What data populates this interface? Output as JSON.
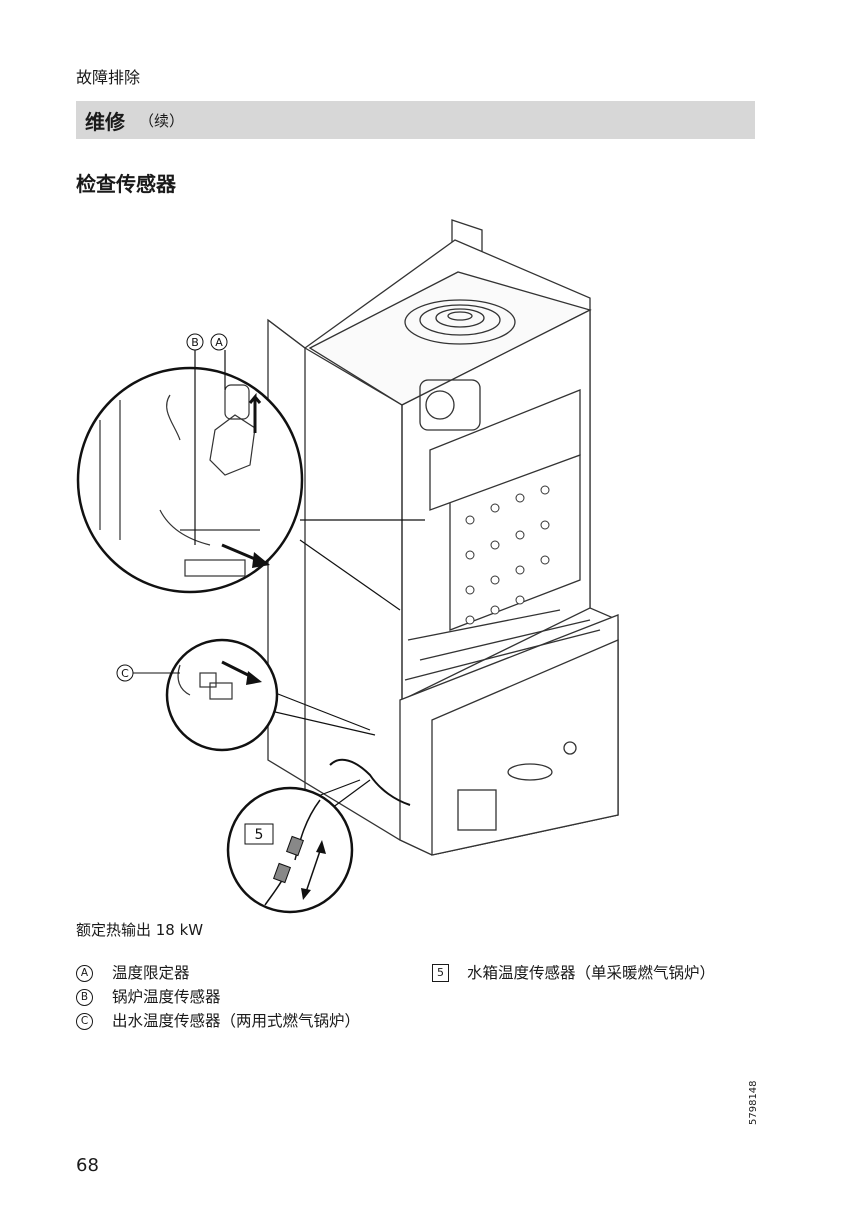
{
  "header": {
    "title": "故障排除"
  },
  "section": {
    "title": "维修",
    "suffix": "（续）"
  },
  "subheading": "检查传感器",
  "figure": {
    "callouts": {
      "a": "A",
      "b": "B",
      "c": "C",
      "five": "5"
    }
  },
  "caption": "额定热输出 18 kW",
  "legend": {
    "left": [
      {
        "marker": "A",
        "text": "温度限定器"
      },
      {
        "marker": "B",
        "text": "锅炉温度传感器"
      },
      {
        "marker": "C",
        "text": "出水温度传感器（两用式燃气锅炉）"
      }
    ],
    "right": [
      {
        "marker": "5",
        "text": "水箱温度传感器（单采暖燃气锅炉）"
      }
    ]
  },
  "page_number": "68",
  "doc_code": "5798148"
}
